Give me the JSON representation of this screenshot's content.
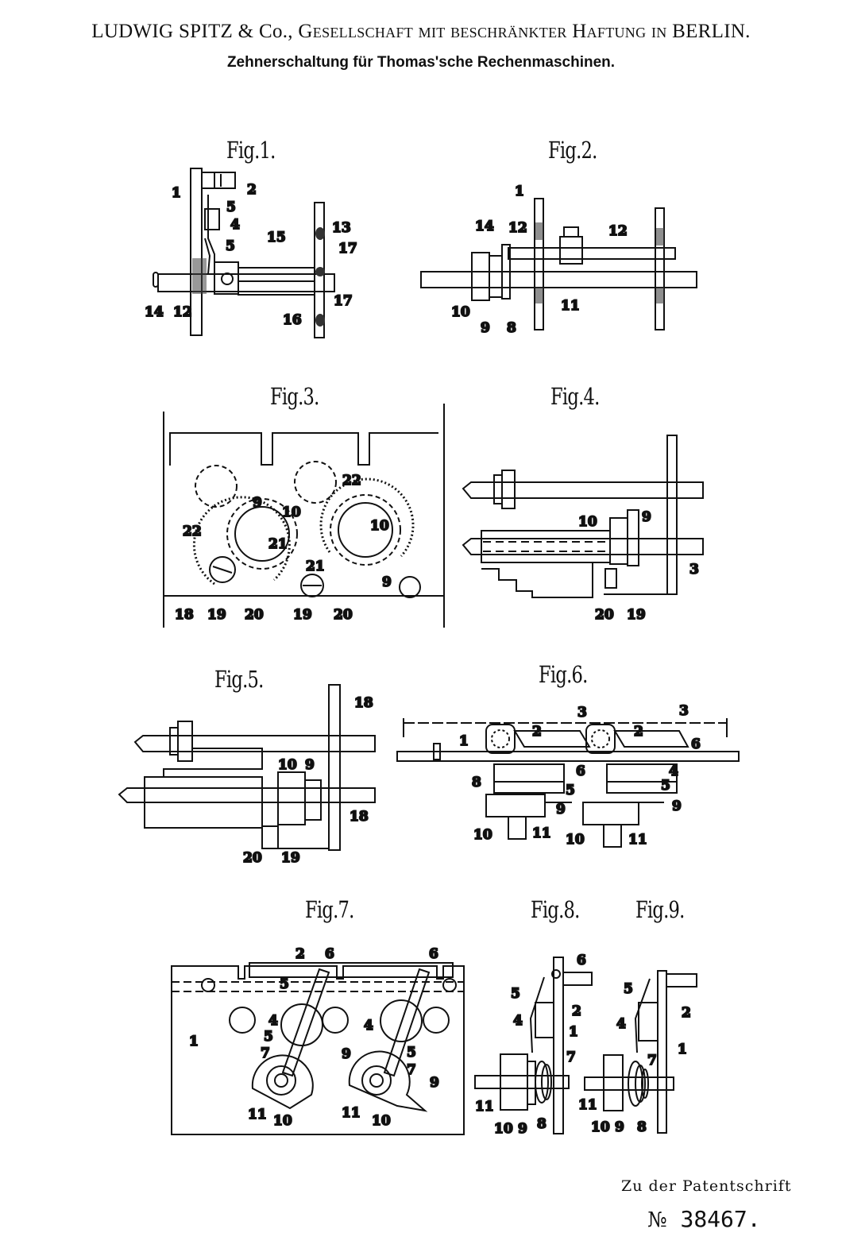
{
  "header": {
    "company": "LUDWIG SPITZ & Co.,",
    "legal_form": "Gesellschaft mit beschränkter Haftung in",
    "city": "BERLIN.",
    "subtitle": "Zehnerschaltung für Thomas'sche Rechenmaschinen."
  },
  "figures": {
    "fig1": "Fig.1.",
    "fig2": "Fig.2.",
    "fig3": "Fig.3.",
    "fig4": "Fig.4.",
    "fig5": "Fig.5.",
    "fig6": "Fig.6.",
    "fig7": "Fig.7.",
    "fig8": "Fig.8.",
    "fig9": "Fig.9."
  },
  "labels": {
    "fig1": [
      "1",
      "2",
      "5",
      "4",
      "5",
      "15",
      "13",
      "17",
      "17",
      "16",
      "14",
      "12"
    ],
    "fig2": [
      "1",
      "14",
      "12",
      "12",
      "10",
      "9",
      "8",
      "11"
    ],
    "fig3": [
      "22",
      "9",
      "10",
      "22",
      "10",
      "21",
      "21",
      "9",
      "18",
      "19",
      "20",
      "19",
      "20"
    ],
    "fig4": [
      "10",
      "9",
      "3",
      "20",
      "19"
    ],
    "fig5": [
      "18",
      "10",
      "9",
      "18",
      "20",
      "19"
    ],
    "fig6": [
      "3",
      "3",
      "2",
      "2",
      "1",
      "6",
      "6",
      "4",
      "8",
      "5",
      "5",
      "9",
      "9",
      "10",
      "11",
      "10",
      "11"
    ],
    "fig7": [
      "2",
      "6",
      "6",
      "5",
      "4",
      "4",
      "1",
      "5",
      "7",
      "9",
      "5",
      "7",
      "9",
      "11",
      "10",
      "11",
      "10"
    ],
    "fig8": [
      "6",
      "5",
      "2",
      "4",
      "1",
      "7",
      "11",
      "10",
      "9",
      "8"
    ],
    "fig9": [
      "5",
      "2",
      "4",
      "1",
      "7",
      "11",
      "10",
      "9",
      "8"
    ]
  },
  "footer": {
    "line1": "Zu der Patentschrift",
    "number_prefix": "№",
    "number": "38467."
  }
}
